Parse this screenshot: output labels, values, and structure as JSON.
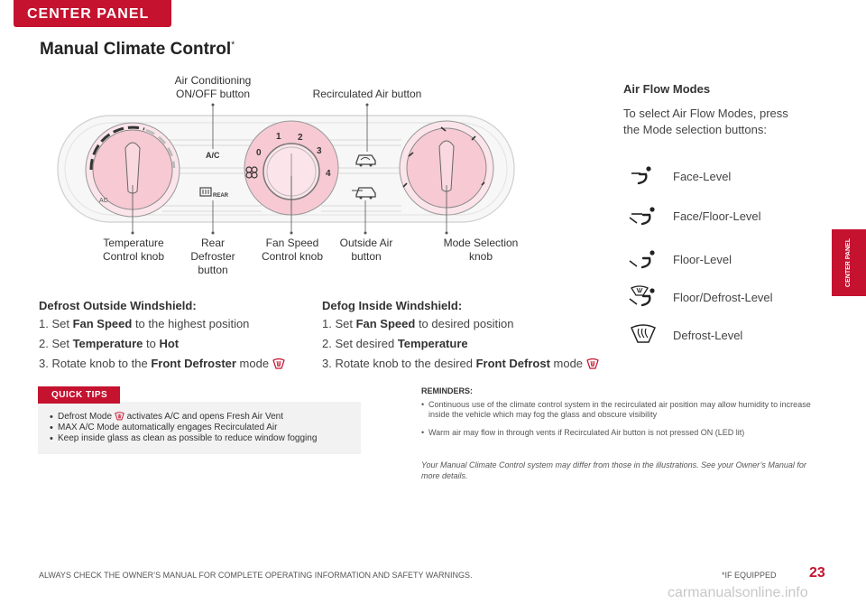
{
  "header": {
    "tab_label": "CENTER PANEL",
    "side_tab": "CENTER PANEL"
  },
  "title": {
    "text": "Manual Climate Control",
    "marker": "*"
  },
  "diagram": {
    "callouts_top": {
      "ac": "Air Conditioning ON/OFF button",
      "recirc": "Recirculated Air button"
    },
    "callouts_bottom": {
      "temp": "Temperature Control knob",
      "rear": "Rear Defroster button",
      "fan": "Fan Speed Control knob",
      "outside": "Outside Air button",
      "mode": "Mode Selection knob"
    },
    "panel_text": {
      "ac": "A/C",
      "rear": "REAR",
      "ac_small": "AC"
    },
    "fan_numbers": [
      "0",
      "1",
      "2",
      "3",
      "4"
    ]
  },
  "air_flow": {
    "title": "Air Flow Modes",
    "intro": "To select Air Flow Modes, press the Mode selection buttons:",
    "modes": [
      {
        "label": "Face-Level",
        "icon": "face-level-icon"
      },
      {
        "label": "Face/Floor-Level",
        "icon": "face-floor-level-icon"
      },
      {
        "label": "Floor-Level",
        "icon": "floor-level-icon"
      },
      {
        "label": "Floor/Defrost-Level",
        "icon": "floor-defrost-level-icon"
      },
      {
        "label": "Defrost-Level",
        "icon": "defrost-level-icon"
      }
    ]
  },
  "defrost_outside": {
    "title": "Defrost Outside Windshield:",
    "steps": [
      {
        "pre": "1. Set ",
        "b1": "Fan Speed",
        "mid": " to the highest position",
        "b2": "",
        "post": ""
      },
      {
        "pre": "2. Set ",
        "b1": "Temperature",
        "mid": " to ",
        "b2": "Hot",
        "post": ""
      },
      {
        "pre": "3. Rotate knob to the ",
        "b1": "Front Defroster",
        "mid": " mode",
        "b2": "",
        "post": ""
      }
    ]
  },
  "defog_inside": {
    "title": "Defog Inside Windshield:",
    "steps": [
      {
        "pre": "1. Set ",
        "b1": "Fan Speed",
        "mid": " to desired position"
      },
      {
        "pre": "2. Set desired ",
        "b1": "Temperature",
        "mid": ""
      },
      {
        "pre": "3. Rotate knob to the desired ",
        "b1": "Front Defrost",
        "mid": " mode"
      }
    ]
  },
  "quick_tips": {
    "label": "QUICK TIPS",
    "items": [
      {
        "pre": "Defrost Mode",
        "post": " activates A/C and opens Fresh Air Vent"
      },
      {
        "pre": "MAX A/C Mode automatically engages Recirculated Air",
        "post": ""
      },
      {
        "pre": "Keep inside glass as clean as possible to reduce window fogging",
        "post": ""
      }
    ]
  },
  "reminders": {
    "title": "REMINDERS:",
    "items": [
      "Continuous use of the climate control system in the recirculated air position may allow humidity to increase inside the vehicle which may fog the glass and obscure visibility",
      "Warm air may flow in through vents if Recirculated Air button is not pressed ON (LED lit)"
    ]
  },
  "disclaimer": "Your Manual Climate Control system may differ from those in the illustrations. See your Owner’s Manual for more details.",
  "footer": {
    "left": "ALWAYS CHECK THE OWNER’S MANUAL FOR COMPLETE OPERATING INFORMATION AND SAFETY WARNINGS.",
    "equipped": "*IF EQUIPPED",
    "page": "23",
    "watermark": "carmanualsonline.info"
  },
  "colors": {
    "accent": "#c4122f",
    "knob": "#f6c9d3",
    "panel": "#f8f8f8"
  }
}
